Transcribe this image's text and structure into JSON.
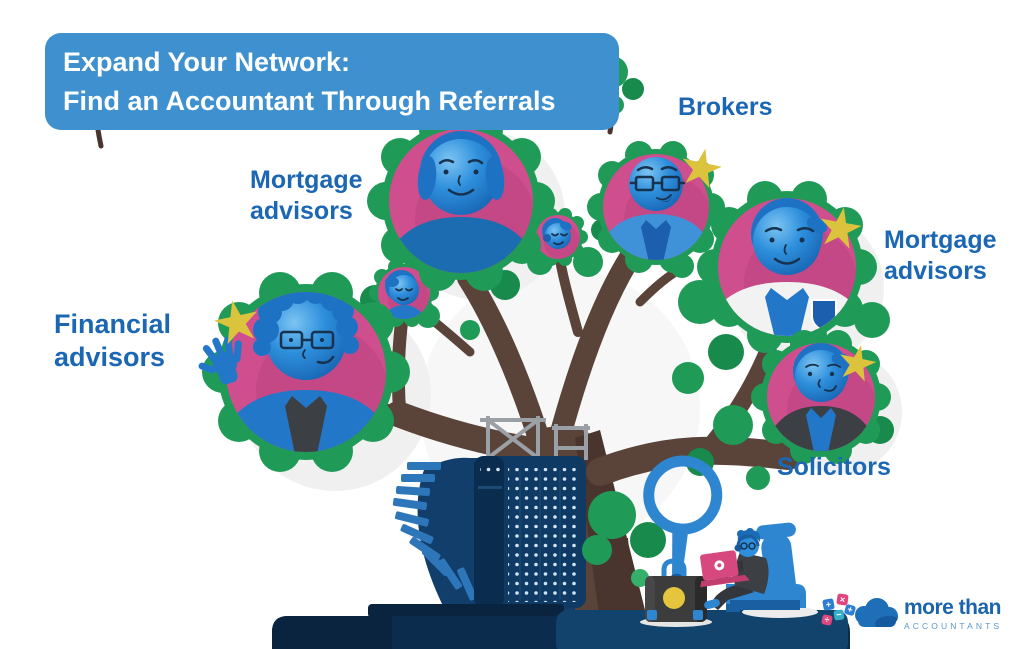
{
  "header": {
    "line1": "Expand Your Network:",
    "line2": "Find an Accountant Through Referrals"
  },
  "labels": {
    "mortgage_left": {
      "lines": [
        "Mortgage",
        "advisors"
      ]
    },
    "brokers": {
      "lines": [
        "Brokers"
      ]
    },
    "mortgage_right": {
      "lines": [
        "Mortgage",
        "advisors"
      ]
    },
    "financial": {
      "lines": [
        "Financial",
        "advisors"
      ]
    },
    "solicitors": {
      "lines": [
        "Solicitors"
      ]
    }
  },
  "logo": {
    "brand": "more than",
    "subtitle": "ACCOUNTANTS",
    "tiles": [
      {
        "symbol": "+"
      },
      {
        "symbol": "×"
      },
      {
        "symbol": "−"
      },
      {
        "symbol": "÷"
      },
      {
        "symbol": "+"
      }
    ]
  },
  "illustration": {
    "icons": [
      "referral-tree",
      "star-icon",
      "magnifier-icon",
      "briefcase-icon",
      "person-on-laptop",
      "spiral-staircase",
      "data-panel",
      "scaffold",
      "cloud-logo-icon",
      "math-tile-icons"
    ],
    "avatars": [
      "financial-advisor-avatar",
      "mortgage-advisor-top-avatar",
      "small-avatar-left",
      "small-avatar-right",
      "broker-avatar",
      "mortgage-advisor-right-avatar",
      "solicitor-avatar"
    ]
  },
  "colors": {
    "header_bg": "#3E90CF",
    "header_text": "#FFFFFF",
    "label_text": "#1B67B4",
    "pink": "#CF4E8D",
    "pink_dark": "#BC4280",
    "green": "#1F9B57",
    "green_dark": "#178A4C",
    "green_light": "#35B06B",
    "trunk": "#5A4339",
    "trunk_dark": "#49352D",
    "trunk_light": "#6B5044",
    "navy": "#0E3A63",
    "navy_dark": "#0A2C4E",
    "platform": "#0C2C4E",
    "platform_dark": "#0A2440",
    "platform_light": "#12436C",
    "stairs_core": "#113E6B",
    "step_blue": "#2E76BA",
    "star": "#DCC33E",
    "hair_blue": "#1E72C4",
    "shirt_blue": "#2277C9",
    "shirt_light": "#3F92D8",
    "shirt_navy": "#1B6CB0",
    "tie_blue": "#1C5FAE",
    "suit_gray": "#3C3F44",
    "white_shirt": "#F2F2F2",
    "avatar_blue": "#2E8FDC",
    "accent_blue": "#2E86D0",
    "laptop_pink": "#D6487E",
    "dots": "#CFE3F5",
    "scaffold": "#9AA0A6",
    "logo_blue": "#1C65AD",
    "logo_light": "#5B96C9",
    "cloud": "#1E6FB8",
    "cloud_dark": "#15599E",
    "tile_blue": "#2D7DD2",
    "tile_pink": "#E0457E",
    "tile_teal": "#35AEC6",
    "shadow": "#F0F0F0",
    "yellow": "#E5C53E"
  }
}
